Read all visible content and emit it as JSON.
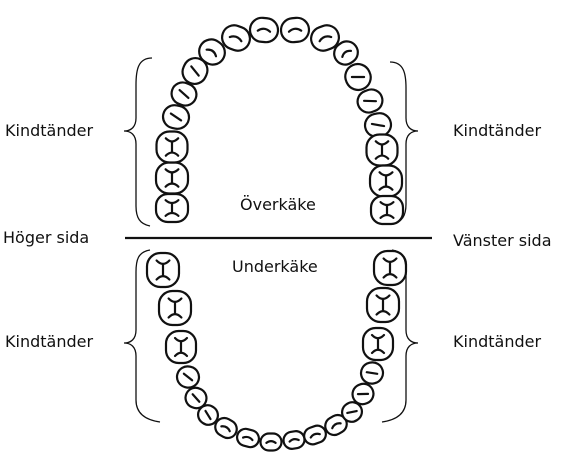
{
  "labels": {
    "molars_upper_right": "Kindtänder",
    "molars_upper_left": "Kindtänder",
    "molars_lower_right": "Kindtänder",
    "molars_lower_left": "Kindtänder",
    "patient_right": "Höger sida",
    "patient_left": "Vänster sida",
    "upper_jaw": "Överkäke",
    "lower_jaw": "Underkäke"
  }
}
